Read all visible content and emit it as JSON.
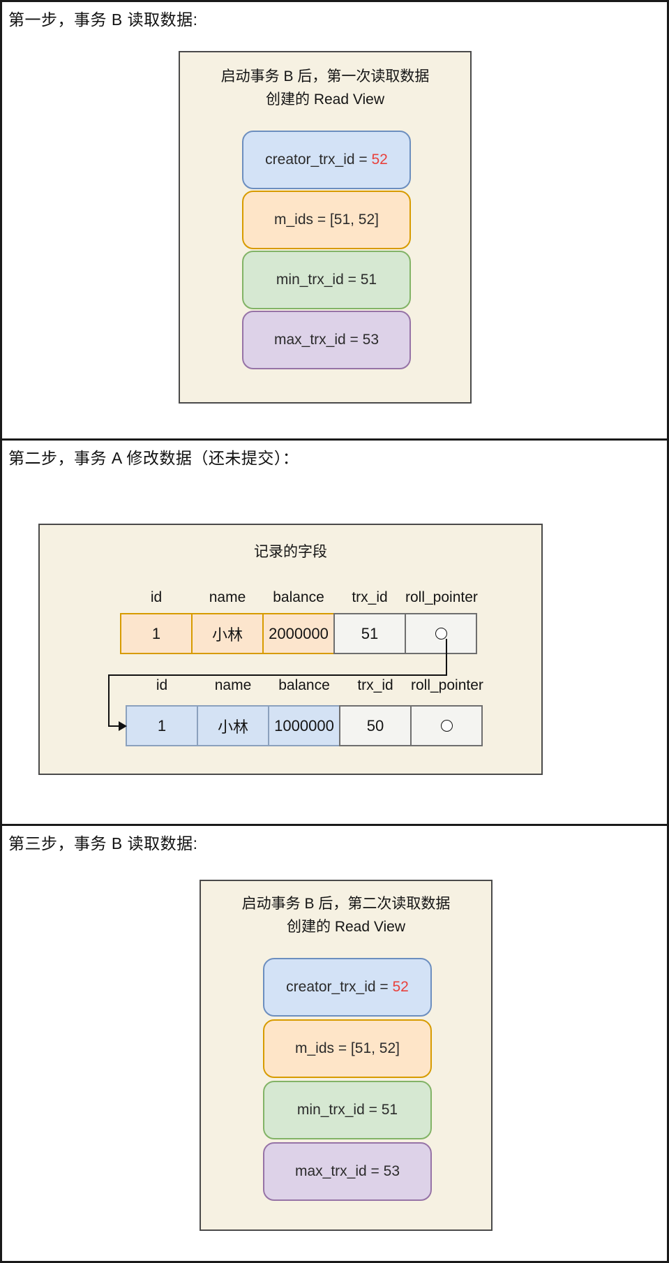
{
  "colors": {
    "highlight_red": "#e8413c",
    "panel_background": "#f6f1e2",
    "pill_blue_fill": "#d3e2f6",
    "pill_blue_border": "#6c8ebf",
    "pill_orange_fill": "#fee5c8",
    "pill_orange_border": "#d79b00",
    "pill_green_fill": "#d6e8d2",
    "pill_green_border": "#82b366",
    "pill_purple_fill": "#ddd2e8",
    "pill_purple_border": "#9673a6",
    "cell_orange_fill": "#fce5cd",
    "cell_blue_fill": "#d4e2f4",
    "cell_gray_fill": "#f4f4f1"
  },
  "icons": {
    "roll_pointer": "circle-outline-icon"
  },
  "step1": {
    "heading": "第一步，事务 B 读取数据:",
    "panel_title_line1": "启动事务 B 后，第一次读取数据",
    "panel_title_line2": "创建的 Read View",
    "pills": [
      {
        "prefix": "creator_trx_id = ",
        "value": "52"
      },
      {
        "prefix": "m_ids = [51, 52]",
        "value": ""
      },
      {
        "prefix": "min_trx_id = 51",
        "value": ""
      },
      {
        "prefix": "max_trx_id = 53",
        "value": ""
      }
    ]
  },
  "step2": {
    "heading": "第二步，事务 A 修改数据（还未提交）：",
    "panel_title": "记录的字段",
    "columns": [
      "id",
      "name",
      "balance",
      "trx_id",
      "roll_pointer"
    ],
    "row_current": {
      "id": "1",
      "name": "小林",
      "balance": "2000000",
      "trx_id": "51"
    },
    "row_undo": {
      "id": "1",
      "name": "小林",
      "balance": "1000000",
      "trx_id": "50"
    }
  },
  "step3": {
    "heading": "第三步，事务 B 读取数据:",
    "panel_title_line1": "启动事务 B 后，第二次读取数据",
    "panel_title_line2": "创建的 Read View",
    "pills": [
      {
        "prefix": "creator_trx_id = ",
        "value": "52"
      },
      {
        "prefix": "m_ids = [51, 52]",
        "value": ""
      },
      {
        "prefix": "min_trx_id = 51",
        "value": ""
      },
      {
        "prefix": "max_trx_id = 53",
        "value": ""
      }
    ]
  }
}
